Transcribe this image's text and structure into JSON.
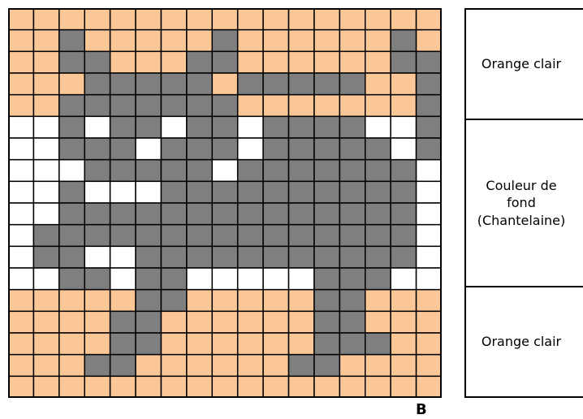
{
  "colors": {
    "orange": "#fcc797",
    "gray": "#7f7f7f",
    "white": "#ffffff",
    "line": "#000000"
  },
  "grid": {
    "rows": [
      "OOOOOOOOOOOOOOOOO",
      "OOGOOOOOGOOOOOOGO",
      "OOGGOOOGGOOOOOOGG",
      "OOOGGGGGOGGGGGOOG",
      "OOGGGGGGGOOOOOOOG",
      "WWGWGGWGGWGGGGWWG",
      "WWGGGWGGGWGGGGGWG",
      "WWWGGGGGWGGGGGGGW",
      "WWGWWWGGGGGGGGGGW",
      "WWGGGGGGGGGGGGGGW",
      "WGGGGGGGGGGGGGGGW",
      "WGGWWGGGGGGGGGGGW",
      "WWGGWGGWWWWWGGGWW",
      "OOOOOGGOOOOOGGOOO",
      "OOOOGGOOOOOOGGOOO",
      "OOOOGGOOOOOOGGGOO",
      "OOOGGOOOOOOGGOOOO",
      "OOOOOOOOOOOOOOOOO"
    ]
  },
  "grid_letter": "B",
  "legend": {
    "top": "Orange clair",
    "middle": "Couleur de\nfond\n(Chantelaine)",
    "bottom": "Orange clair"
  }
}
